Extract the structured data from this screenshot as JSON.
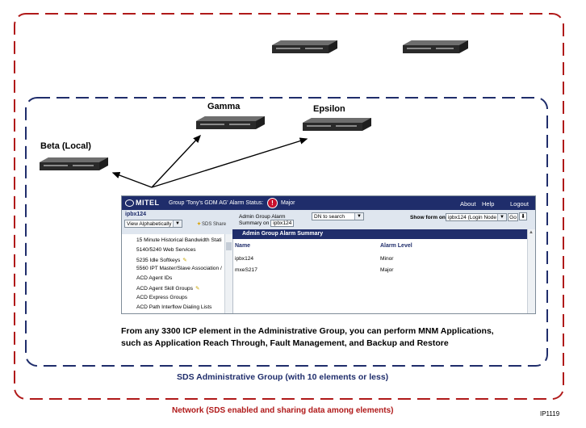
{
  "nodes": {
    "beta_label": "Beta (Local)",
    "gamma_label": "Gamma",
    "epsilon_label": "Epsilon"
  },
  "ui": {
    "logo": "MITEL",
    "group_status": "Group 'Tony's GDM AG' Alarm Status:",
    "alarm_icon": "!",
    "alarm_value": "Major",
    "about": "About",
    "help": "Help",
    "logout": "Logout",
    "left": {
      "node_name": "ipbx124",
      "view_select": "View Alphabetically",
      "sds_share": "SDS Share",
      "items": [
        "15 Minute Historical Bandwidth Stati",
        "5140/5240 Web Services",
        "5235 Idle Softkeys",
        "5560 IPT Master/Slave Association /",
        "ACD Agent IDs",
        "ACD Agent Skill Groups",
        "ACD Express Groups",
        "ACD Path Interflow Dialing Lists"
      ]
    },
    "main": {
      "admin_label_line1": "Admin Group Alarm",
      "admin_label_line2": "Summary on",
      "admin_node": "ipbx124",
      "dn_select": "DN to search",
      "show_form_label": "Show form on",
      "show_form_select": "ipbx124 (Login Node",
      "go_button": "Go",
      "summary_title": "Admin Group Alarm Summary",
      "col_name": "Name",
      "col_alarm": "Alarm Level",
      "rows": [
        {
          "name": "ipbx124",
          "alarm": "Minor"
        },
        {
          "name": "mxeS217",
          "alarm": "Major"
        }
      ]
    }
  },
  "caption_line1": "From any 3300 ICP element in the Administrative Group, you can perform MNM Applications,",
  "caption_line2": "such as Application Reach Through, Fault Management, and Backup and Restore",
  "sds_group_label": "SDS Administrative Group (with 10 elements or less)",
  "network_label": "Network (SDS enabled and sharing data among elements)",
  "figure_id": "IP1119",
  "colors": {
    "network_border": "#b01919",
    "group_border": "#1f2d6b",
    "ui_header": "#1f2d6b"
  }
}
